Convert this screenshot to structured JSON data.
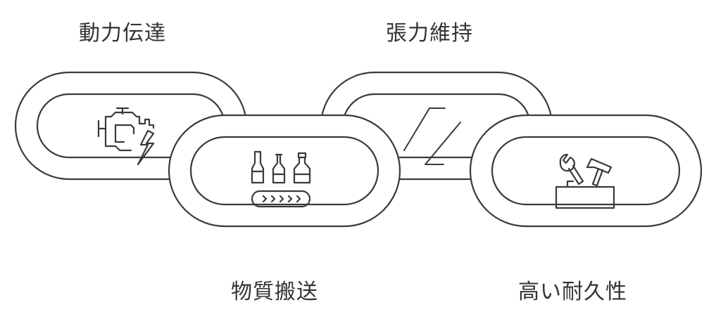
{
  "labels": {
    "power_transmission": "動力伝達",
    "tension_maintenance": "張力維持",
    "material_conveying": "物質搬送",
    "high_durability": "高い耐久性"
  },
  "icons": {
    "link1": "engine-lightning-icon",
    "link2": "bottles-conveyor-icon",
    "link3": "tension-z-icon",
    "link4": "toolbox-icon"
  },
  "colors": {
    "stroke": "#3a3a3a",
    "text": "#333333",
    "background": "#ffffff"
  }
}
